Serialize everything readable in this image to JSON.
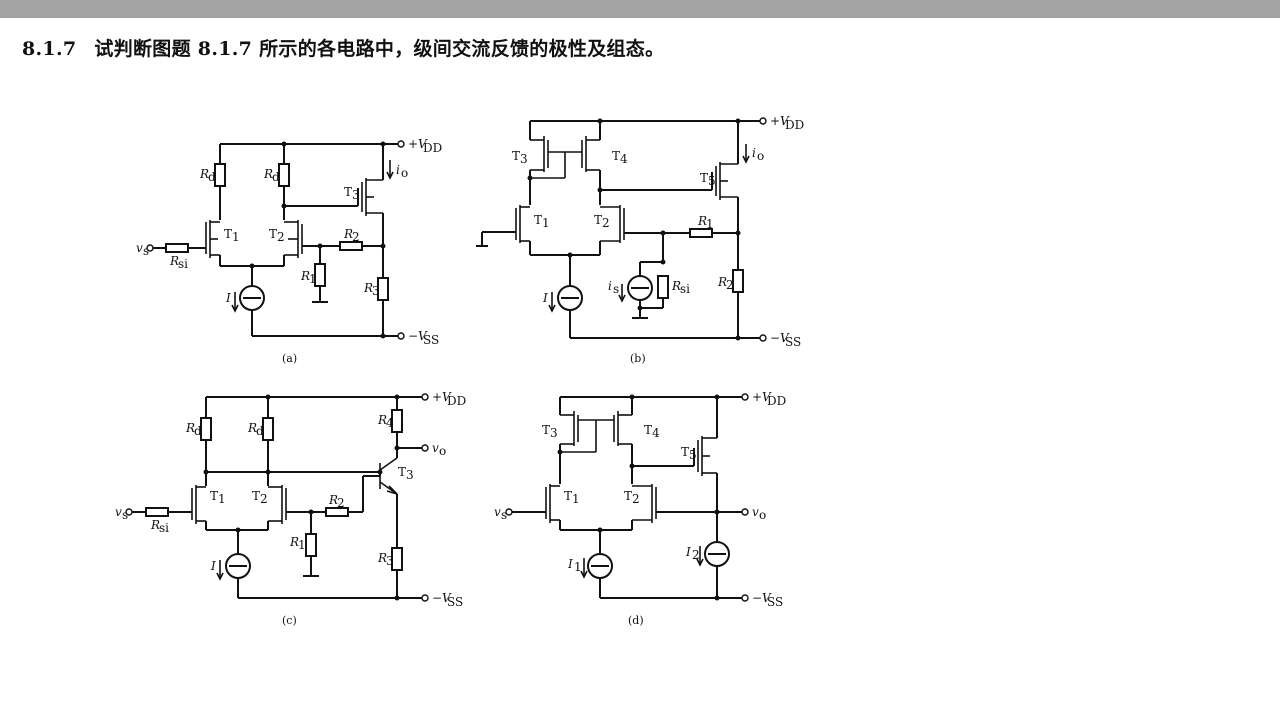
{
  "problem": {
    "number": "8.1.7",
    "text": "试判断图题 8.1.7 所示的各电路中，级间交流反馈的极性及组态。"
  },
  "figures": [
    {
      "caption": "(a)"
    },
    {
      "caption": "(b)"
    },
    {
      "caption": "(c)"
    },
    {
      "caption": "(d)"
    }
  ],
  "labels": {
    "vdd": "+V",
    "vdd_sub": "DD",
    "vss": "−V",
    "vss_sub": "SS",
    "Rd": "R",
    "Rd_sub": "d",
    "Rsi": "R",
    "Rsi_sub": "si",
    "R1": "R",
    "R1_sub": "1",
    "R2": "R",
    "R2_sub": "2",
    "R3": "R",
    "R3_sub": "3",
    "R4": "R",
    "R4_sub": "4",
    "T1": "T",
    "T1_sub": "1",
    "T2": "T",
    "T2_sub": "2",
    "T3": "T",
    "T3_sub": "3",
    "T4": "T",
    "T4_sub": "4",
    "T5": "T",
    "T5_sub": "5",
    "vs": "v",
    "vs_sub": "s",
    "vo": "v",
    "vo_sub": "o",
    "io": "i",
    "io_sub": "o",
    "is": "i",
    "is_sub": "s",
    "I": "I",
    "I1": "I",
    "I1_sub": "1",
    "I2": "I",
    "I2_sub": "2"
  }
}
